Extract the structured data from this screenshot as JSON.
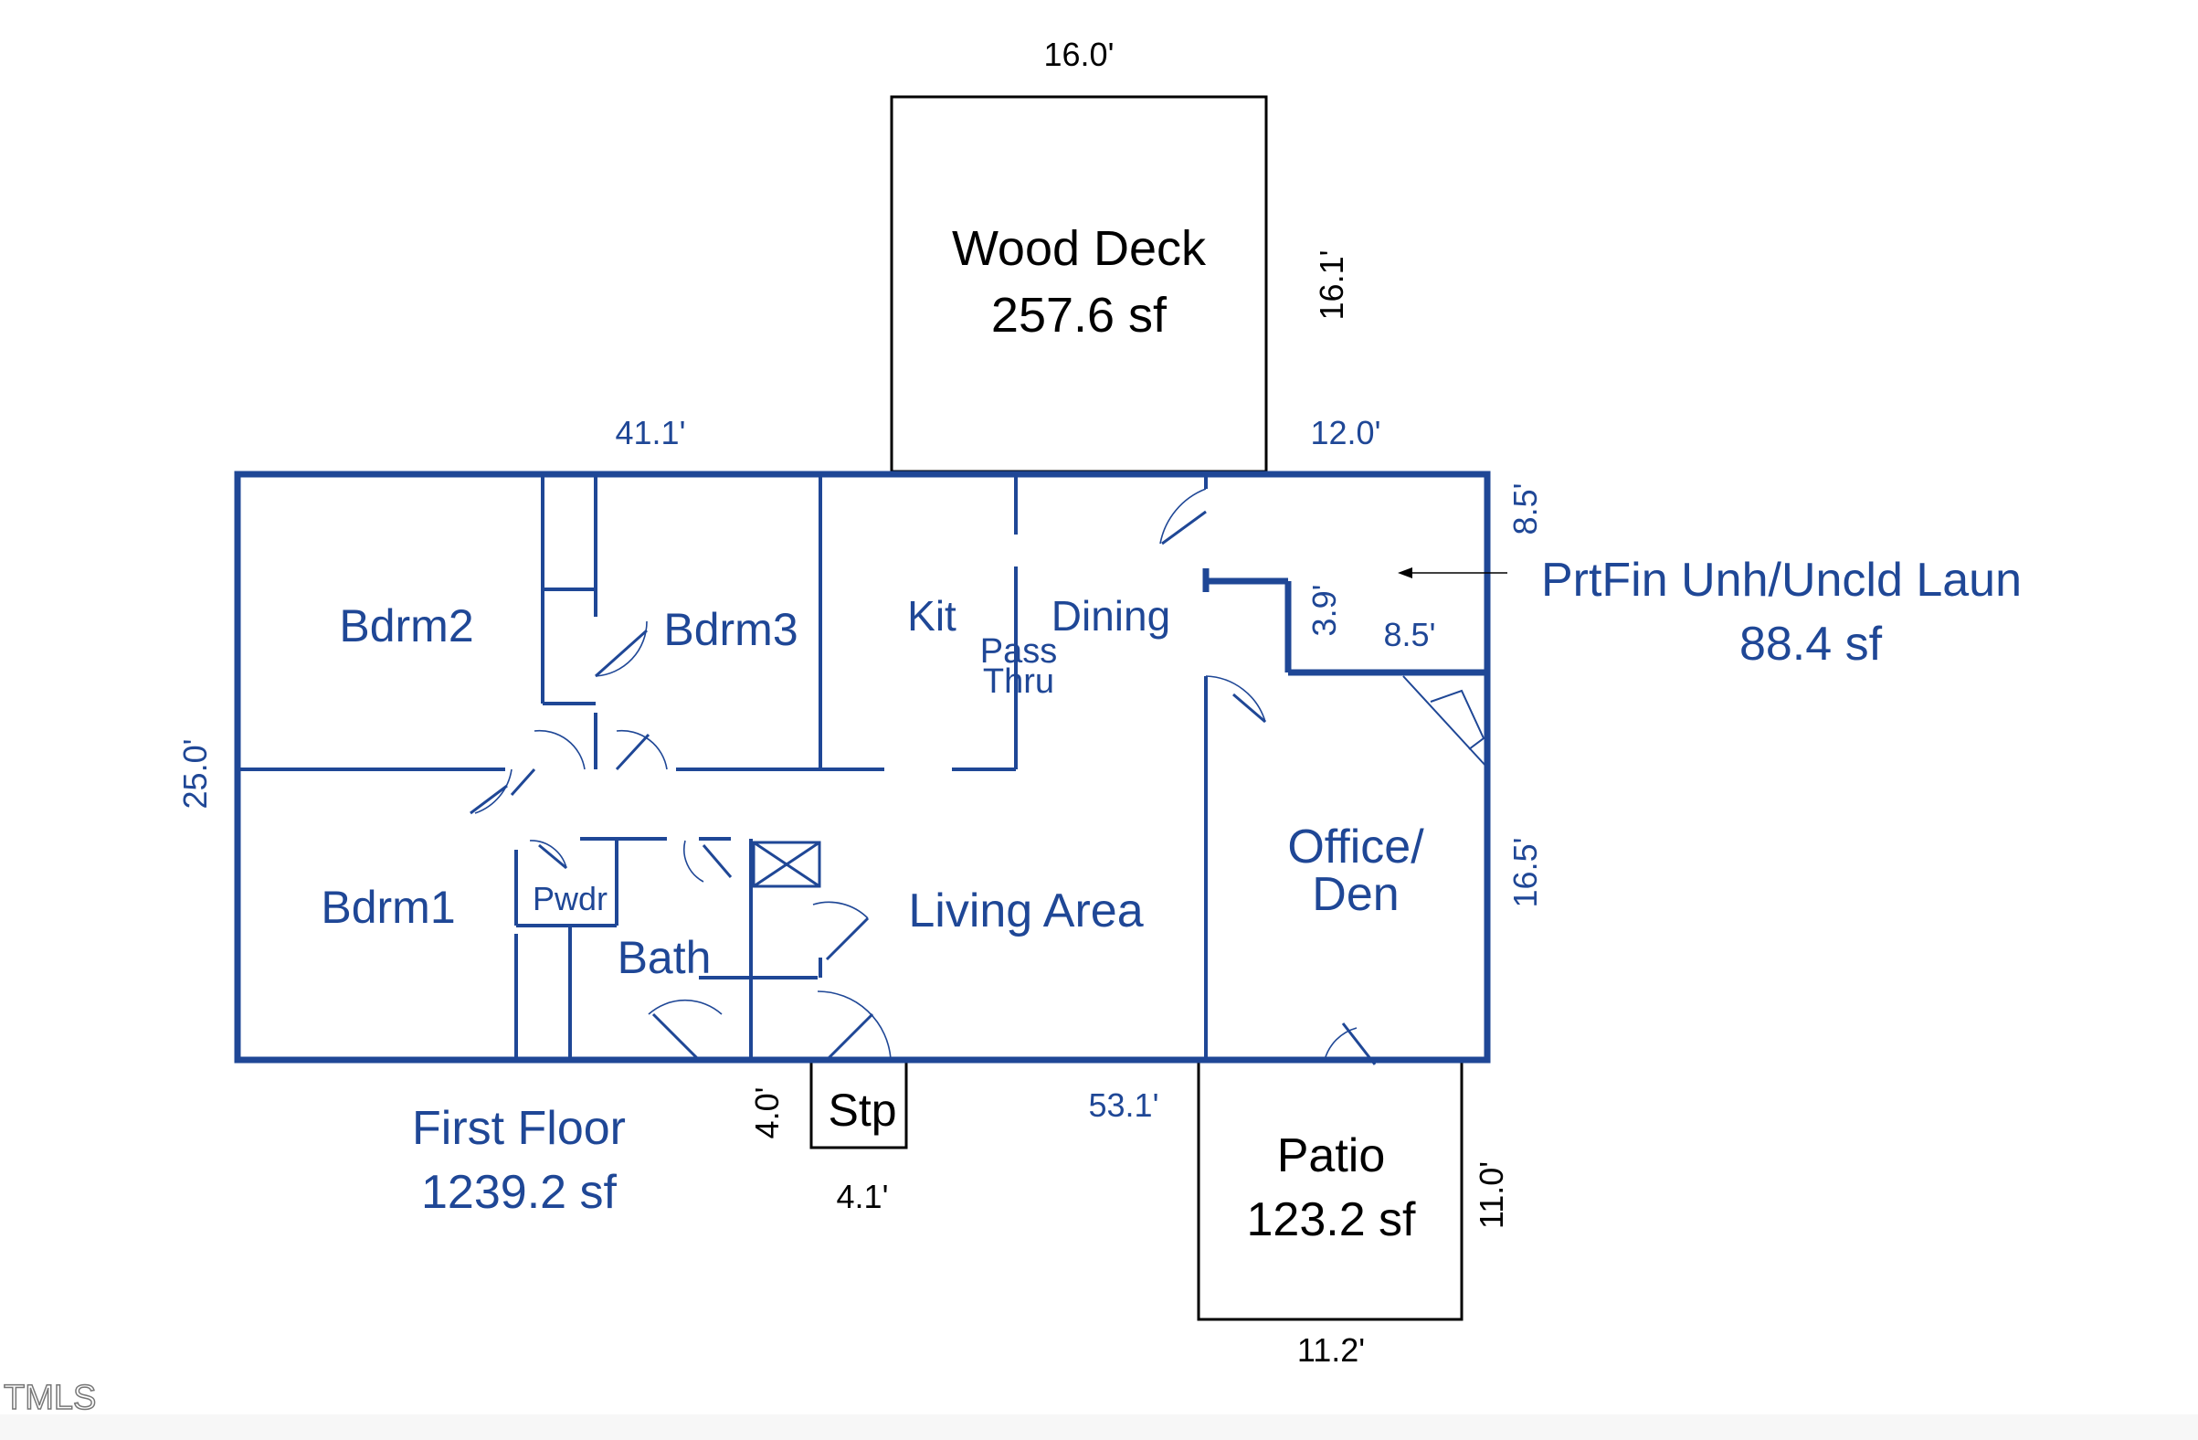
{
  "watermark": "TMLS",
  "wood_deck": {
    "name": "Wood Deck",
    "area": "257.6 sf",
    "width": "16.0'",
    "depth": "16.1'"
  },
  "first_floor": {
    "name": "First Floor",
    "area": "1239.2 sf",
    "top_dim": "41.1'",
    "left_dim": "25.0'",
    "bottom_dim": "53.1'"
  },
  "laundry": {
    "name": "PrtFin Unh/Uncld Laun",
    "area": "88.4 sf",
    "top_dim": "12.0'",
    "right_dim": "8.5'",
    "inner_dim_v": "3.9'",
    "inner_dim_h": "8.5'"
  },
  "rooms": {
    "bdrm2": "Bdrm2",
    "bdrm3": "Bdrm3",
    "bdrm1": "Bdrm1",
    "kit": "Kit",
    "dining": "Dining",
    "pass": "Pass",
    "thru": "Thru",
    "pwdr": "Pwdr",
    "bath": "Bath",
    "living": "Living Area",
    "office_line1": "Office/",
    "office_line2": "Den"
  },
  "office_dim": "16.5'",
  "step": {
    "name": "Stp",
    "height": "4.0'",
    "width": "4.1'"
  },
  "patio": {
    "name": "Patio",
    "area": "123.2 sf",
    "width": "11.2'",
    "depth": "11.0'"
  }
}
